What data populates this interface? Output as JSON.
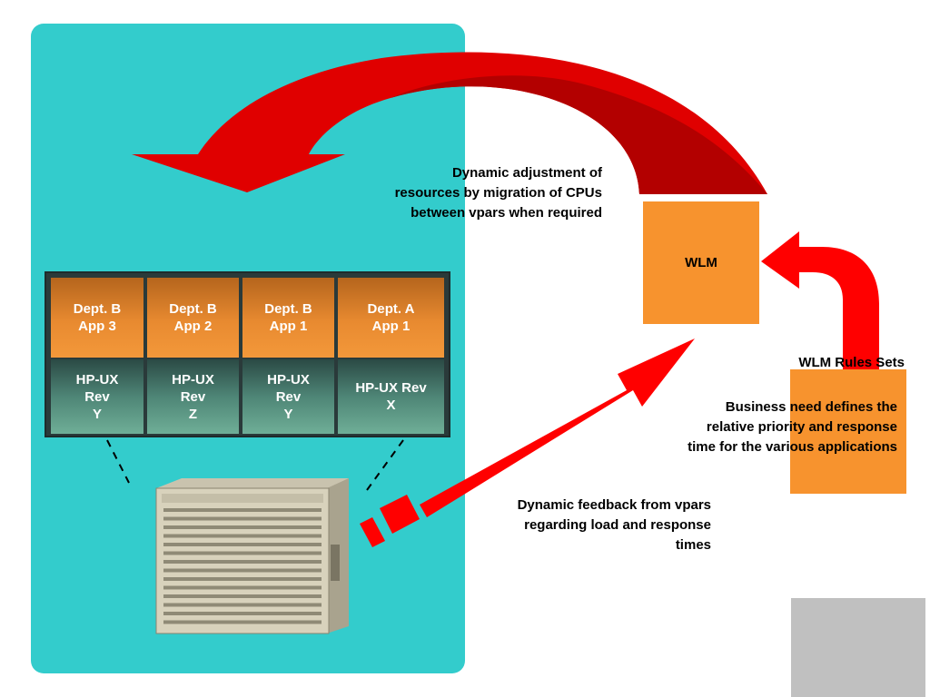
{
  "vpars": [
    {
      "app": "Dept. B\nApp 3",
      "os": "HP-UX\nRev\nY"
    },
    {
      "app": "Dept. B\nApp 2",
      "os": "HP-UX\nRev\nZ"
    },
    {
      "app": "Dept. B\nApp 1",
      "os": "HP-UX\nRev\nY"
    },
    {
      "app": "Dept. A\nApp 1",
      "os": "HP-UX Rev\nX"
    }
  ],
  "wlm": {
    "label": "WLM"
  },
  "labels": {
    "adjustment": "Dynamic adjustment of\nresources by migration of CPUs\nbetween vpars when required",
    "rules_sets": "WLM Rules Sets",
    "business_need": "Business need defines the\nrelative priority and response\ntime for the various applications",
    "feedback": "Dynamic feedback from vpars\nregarding load and response\ntimes"
  },
  "colors": {
    "panel": "#33cccc",
    "arrow_red": "#ff0000",
    "arrow_dark_red": "#cc0000",
    "orange": "#f7932e",
    "gray": "#c0c0c0"
  }
}
